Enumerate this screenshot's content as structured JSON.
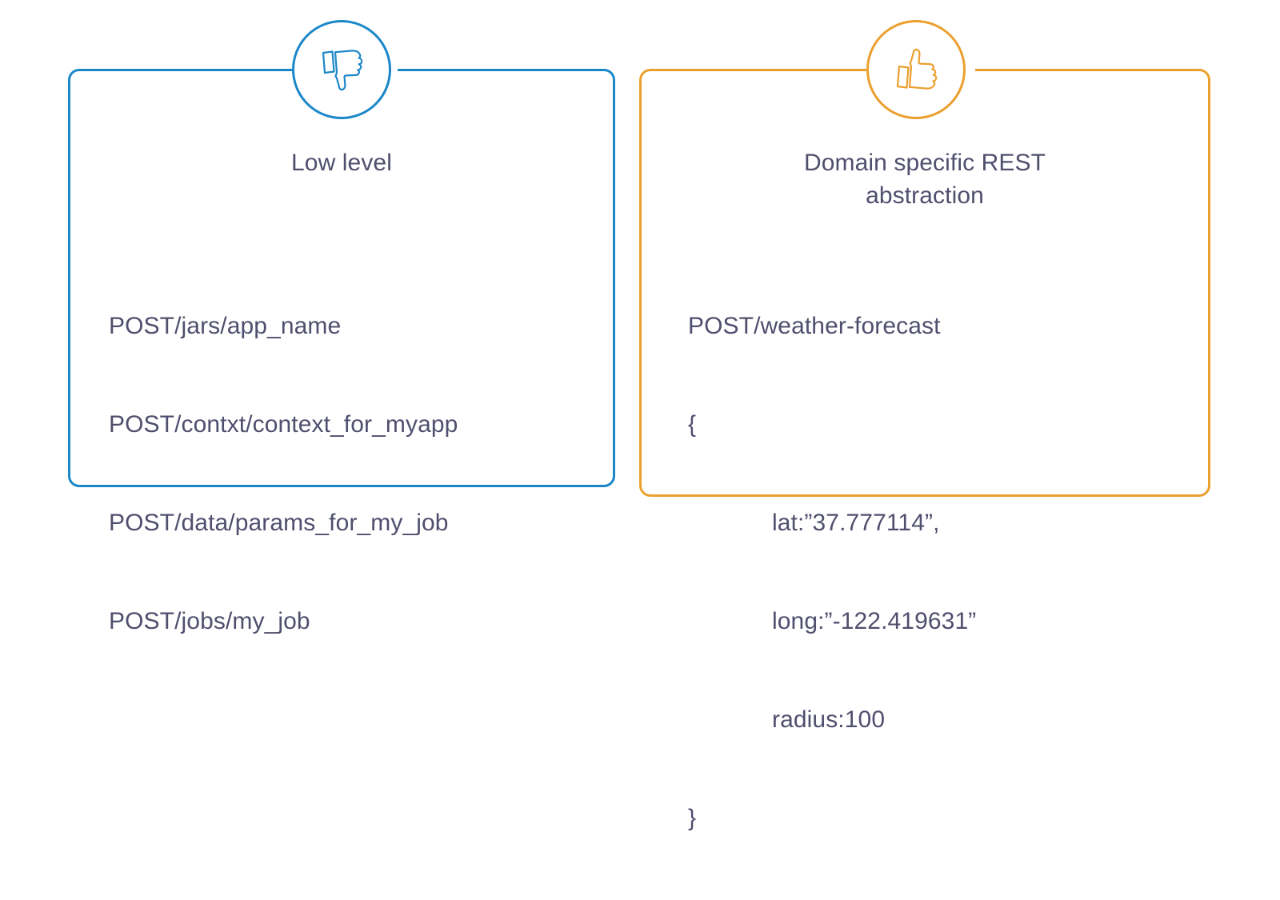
{
  "cards": [
    {
      "id": "low-level",
      "title": "Low level",
      "icon": "thumbs-down-icon",
      "accent": "#1b87c9",
      "lines": [
        {
          "indent": false,
          "text": "POST/jars/app_name"
        },
        {
          "indent": false,
          "text": "POST/contxt/context_for_myapp"
        },
        {
          "indent": false,
          "text": "POST/data/params_for_my_job"
        },
        {
          "indent": false,
          "text": "POST/jobs/my_job"
        }
      ]
    },
    {
      "id": "domain-specific",
      "title": "Domain specific REST abstraction",
      "title_line_1": "Domain specific REST",
      "title_line_2": "abstraction",
      "icon": "thumbs-up-icon",
      "accent": "#eba02e",
      "lines": [
        {
          "indent": false,
          "text": "POST/weather-forecast"
        },
        {
          "indent": false,
          "text": "{"
        },
        {
          "indent": true,
          "text": "lat:”37.777114”,"
        },
        {
          "indent": true,
          "text": "long:”-122.419631”"
        },
        {
          "indent": true,
          "text": "radius:100"
        },
        {
          "indent": false,
          "text": "}"
        }
      ]
    }
  ],
  "colors": {
    "accent_blue": "#1b87c9",
    "accent_orange": "#eba02e",
    "text": "#4f4f6e",
    "background": "#ffffff"
  }
}
